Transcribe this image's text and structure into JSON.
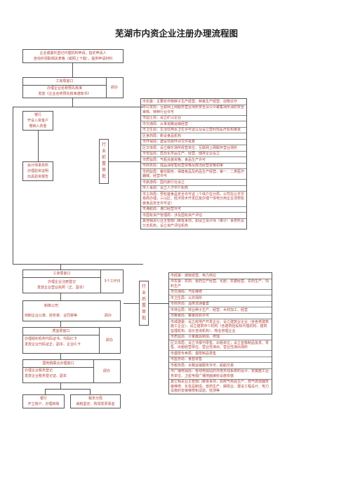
{
  "title": "芜湖市内资企业注册办理流程图",
  "steps": {
    "apply": "企业或委托登记代理机构申请，指定申请人\n咨询并领取相关表格（或网上下载），提供申请材料",
    "gs_window_title": "工商局窗口",
    "gs_window_body": "办理企业名称预先核准\n发放《企业名称预先核准通知书》",
    "gs_window_side": "即办",
    "bank": "银行\n开设入资金户\n缴纳入资金",
    "audit": "会计师事务所\n办理验资证明\n出具验资报告",
    "parallel_label": "行业前置审批",
    "gs2_title": "工商局窗口",
    "gs2_body": "办理企业注册登记\n发放企业营业执照（正、副本）",
    "gs2_side": "3个工作日",
    "post_label": "行业后置审批",
    "seal_title": "制章公司",
    "seal_body": "刻制企业公章、财务章、合同章等",
    "seal_side": "即办",
    "qs_title": "质监局窗口",
    "qs_body": "办理组织机构代码证书、代码IC卡\n发放企业代码证正、副本、企业IC卡",
    "qs_side": "即办",
    "tax_title": "国地税联合办理窗口",
    "tax_body": "办理企业税务登记\n发放企业税务登记证、副本",
    "tax_side": "即办",
    "bank2": "银行\n开立账户、办理转账",
    "tax_office": "税务分局\n纳税鉴定、购领发票事宜"
  },
  "pre_approvals": [
    "市农委：主要农作物种子生产经营、种禽生产经营、动物诊疗",
    "市公安局：互联网上网服务营业场所安全及公众聚集场所消防安全审核、特种行业许可",
    "市国土局：设立矿山企业",
    "市交通局：从事道路运输经营",
    "市卫生局：生活饮用水卫生许可证以及设立营利性医疗机构审批",
    "区食药局：新设食品机构",
    "市环保局：建设项目环评文件批复",
    "区文体局：设立娱乐场所经营单位、互联网上网服务营业场所",
    "市安监局：危险化学品生产、经营、储存企业设立",
    "市质监局：气瓶充装资格、食品生产许可",
    "市商务局：成品油零售经营资格及典当经营资格初审",
    "市药监局：餐饮服务、保健食品及药品生产经营，第一、二类医疗器械，经营许可",
    "市旅游局：国内旅行社设立",
    "市人事局：设立人才中介机构",
    "市工商局：预包装食品安全许可证（个体户在分局，公司在公平交易局办理，三山区、经济技术开发区能办理个体电分用企业须预包装食品安全许可证）",
    "市港航局：港口经营许可",
    "市国有资产管理局：涉及国有资产评估",
    "其他相关行业主管部门审批事项，如设立会计师（审计）事务所及分支机构，设立资产评估机构"
  ],
  "post_approvals": [
    "市经委：煤炭经营、电力供应",
    "市农委：农药、兽药生产经营、化肥、农膜经营、农药生产、饲料生产",
    "市交通局：汽车维修",
    "市卫生局：公共场所",
    "市商务局：酒类流通备案",
    "市林业局：林业种子生产、经营、木材加工、经营",
    "市粮食局：粮食收购许可",
    "市城建委：设立房地产开发企业、设立建筑业企业（含各类建筑施工企业）、设立建筑中介机构（含建筑招投标代理机构、建筑监理机构、造价咨询机构）、物业管理企业",
    "市质监局：计量器具制造、修理",
    "区文体局：设立书报刊零售、出租单位；设立音像制品批发、零售、出租经营单位、营业性演出、营业性演出场所",
    "市烟草专卖局：烟草制品零售",
    "市盐务局：食盐零售",
    "市税务局：水路运输服务许可、船舶交易",
    "市广播电视局：有线电视站的共用天线系统的设计、安装施工业务单位、卫星电视广播地面接收设施安装",
    "其它相关业主管部门审批事项，如燃气用具生产、燃气燃烧器安装维修、化妆品制造、兽药生产、邮政业、建设工程设计、电力设施的安装维修和试验、检测等"
  ]
}
